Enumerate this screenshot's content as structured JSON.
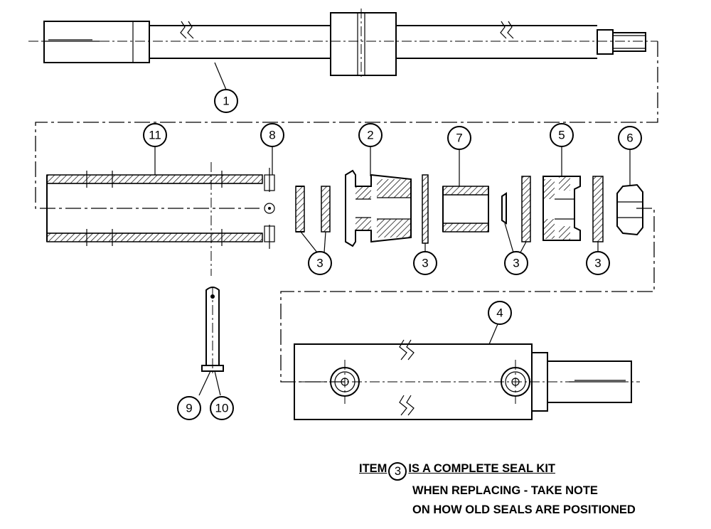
{
  "callouts": {
    "c1": "1",
    "c2": "2",
    "c3a": "3",
    "c3b": "3",
    "c3c": "3",
    "c3d": "3",
    "c4": "4",
    "c5": "5",
    "c6": "6",
    "c7": "7",
    "c8": "8",
    "c9": "9",
    "c10": "10",
    "c11": "11"
  },
  "note": {
    "line1_prefix": "ITEM",
    "line1_item": "3",
    "line1_suffix": "IS A COMPLETE SEAL KIT",
    "line2": "WHEN REPLACING - TAKE NOTE",
    "line3": "ON HOW OLD SEALS ARE POSITIONED"
  }
}
